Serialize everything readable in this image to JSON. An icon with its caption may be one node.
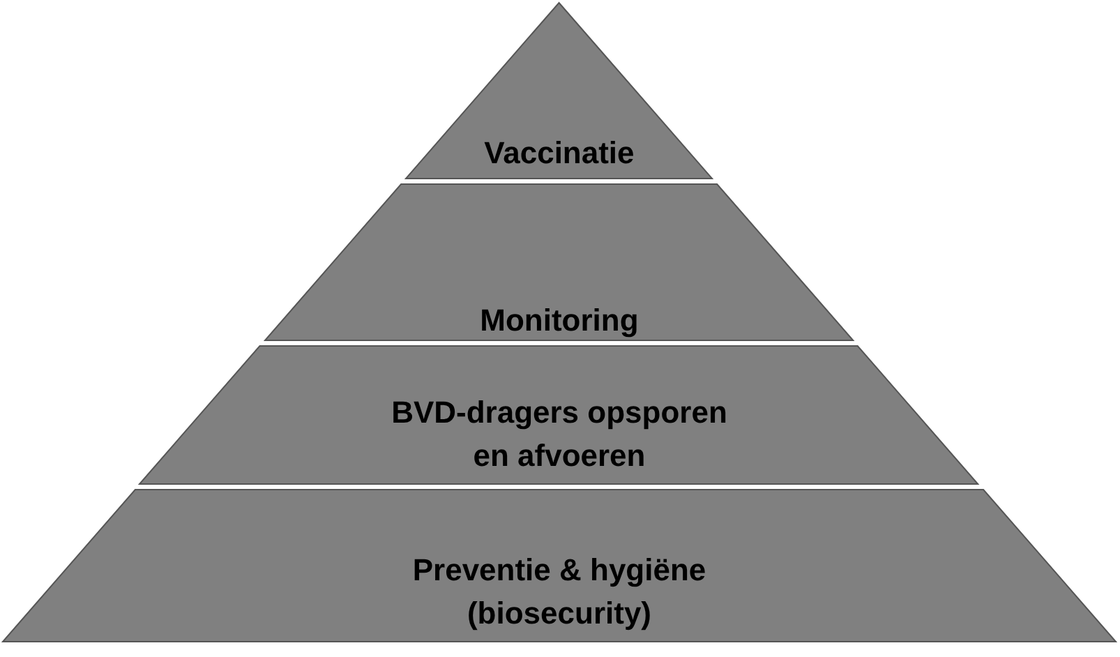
{
  "diagram": {
    "nodes": [
      {
        "text": [
          "Vaccinatie"
        ]
      },
      {
        "text": [
          "Monitoring"
        ]
      },
      {
        "text": [
          "BVD-dragers opsporen en afvoeren"
        ]
      },
      {
        "text": [
          "Preventie & hygiëne (biosecurity)"
        ]
      }
    ]
  }
}
